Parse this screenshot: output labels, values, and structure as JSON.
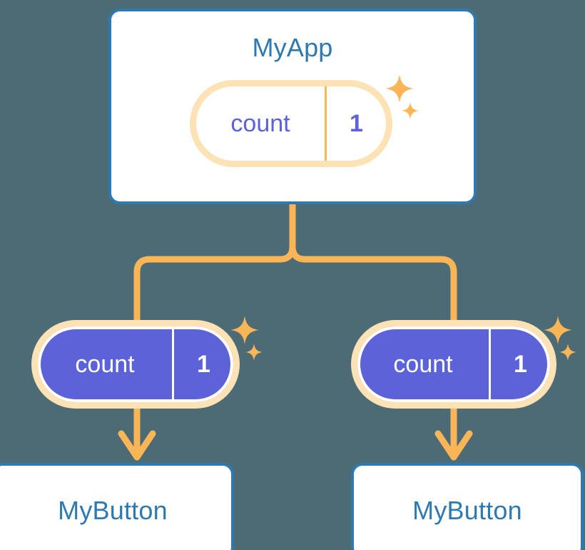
{
  "theme": {
    "background": "#4d6b74",
    "card_border": "#2e7ab0",
    "card_fill": "#ffffff",
    "title_text": "#2e7ab0",
    "accent_orange": "#fab557",
    "accent_orange_light": "#fce2b4",
    "state_purple": "#5c63d8",
    "state_text_light": "#ffffff"
  },
  "diagram": {
    "type": "component-tree",
    "title": "",
    "root": {
      "name": "card-myapp",
      "label": "MyApp",
      "state": {
        "key": "count",
        "value": "1",
        "style": "light"
      },
      "sparkles": [
        "large",
        "small"
      ]
    },
    "branches": [
      {
        "name": "branch-left",
        "state": {
          "key": "count",
          "value": "1",
          "style": "dark"
        },
        "sparkles": [
          "large",
          "small"
        ],
        "child": {
          "name": "card-mybutton-left",
          "label": "MyButton"
        }
      },
      {
        "name": "branch-right",
        "state": {
          "key": "count",
          "value": "1",
          "style": "dark"
        },
        "sparkles": [
          "large",
          "small"
        ],
        "child": {
          "name": "card-mybutton-right",
          "label": "MyButton"
        }
      }
    ],
    "connectors": [
      {
        "name": "tree-split-connector",
        "from": "card-myapp",
        "to": [
          "pill-left",
          "pill-right"
        ],
        "style": "rounded-branch",
        "color": "#fab557",
        "arrowhead": false
      },
      {
        "name": "arrow-left-pill-to-button",
        "from": "pill-left",
        "to": "card-mybutton-left",
        "style": "straight",
        "color": "#fab557",
        "arrowhead": true
      },
      {
        "name": "arrow-right-pill-to-button",
        "from": "pill-right",
        "to": "card-mybutton-right",
        "style": "straight",
        "color": "#fab557",
        "arrowhead": true
      }
    ]
  }
}
